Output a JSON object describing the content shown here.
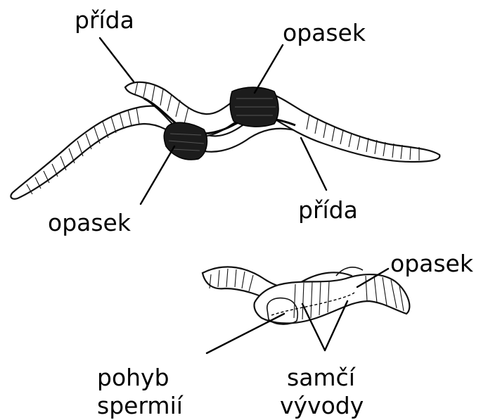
{
  "labels": {
    "prida_top": "přída",
    "opasek_top": "opasek",
    "opasek_bottom": "opasek",
    "prida_bottom": "přída",
    "opasek_small": "opasek",
    "pohyb_line1": "pohyb",
    "pohyb_line2": "spermií",
    "samci_line1": "samčí",
    "samci_line2": "vývody"
  }
}
